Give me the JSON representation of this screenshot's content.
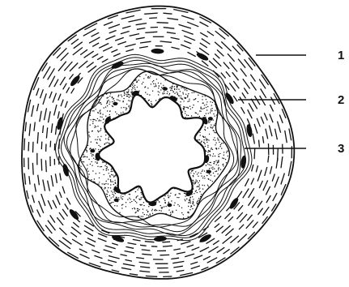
{
  "diagram": {
    "labels": [
      {
        "id": "1",
        "text": "1"
      },
      {
        "id": "2",
        "text": "2"
      },
      {
        "id": "3",
        "text": "3"
      }
    ],
    "colors": {
      "ink": "#111111",
      "background": "#ffffff"
    }
  }
}
